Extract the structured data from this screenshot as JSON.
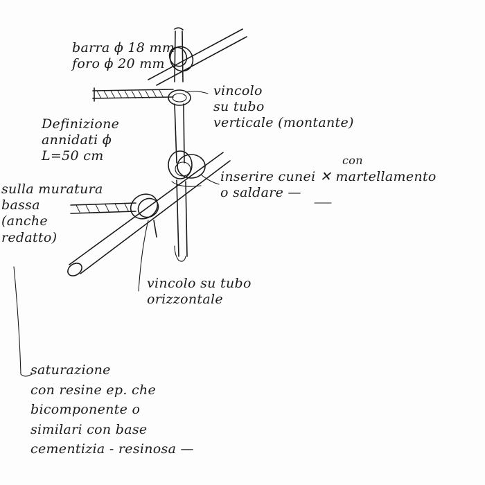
{
  "notes": {
    "bar_spec": "barra ϕ 18 mm\nforo ϕ 20 mm",
    "joint_vertical": "vincolo\nsu tubo\nverticale (montante)",
    "anchor_spec": "Definizione\nannidati ϕ\nL=50 cm",
    "masonry": "sulla muratura\nbassa\n(anche\nredatto)",
    "wedge_top": "con",
    "wedge": "inserire cunei ✕ martellamento\no saldare —",
    "joint_horizontal": "vincolo su tubo\norizzontale",
    "grout": "saturazione\ncon resine ep. che\nbicomponente o\nsimilari con base\ncementizia - resinosa —"
  }
}
